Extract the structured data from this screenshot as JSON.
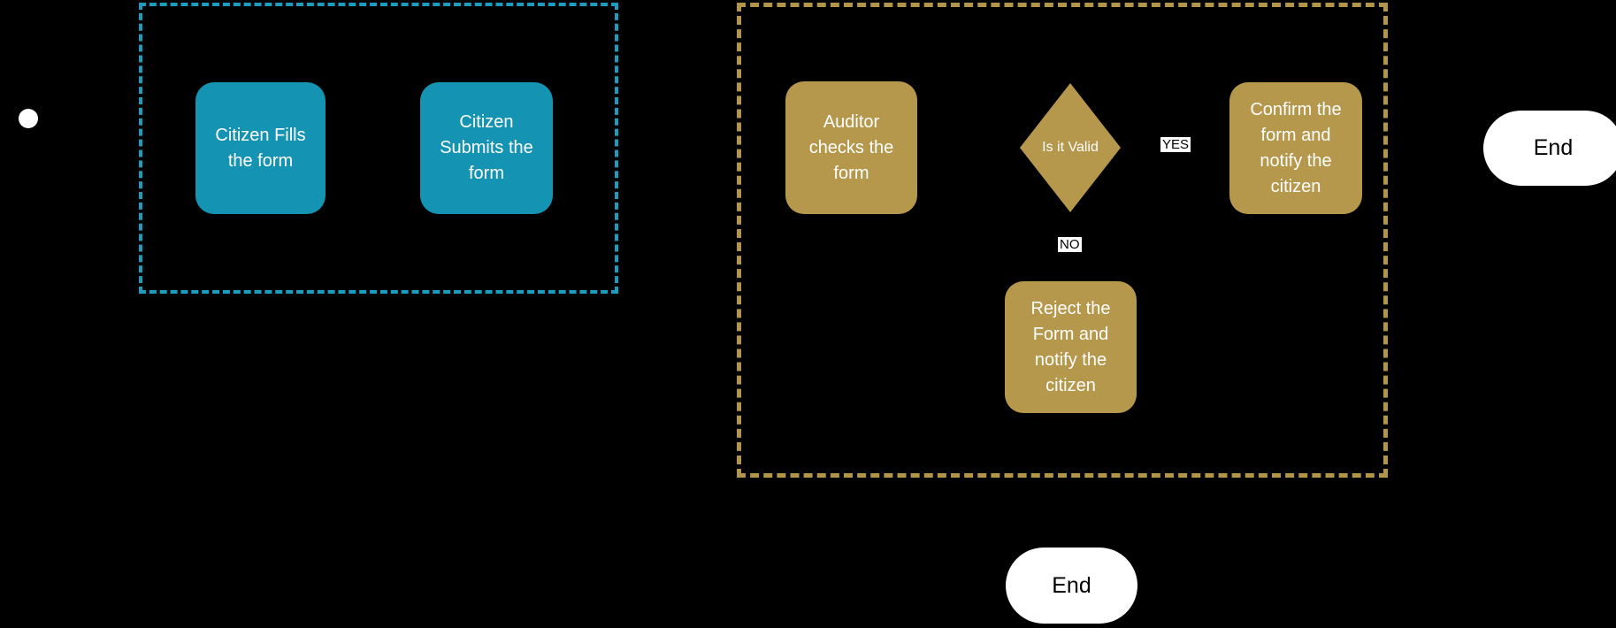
{
  "colors": {
    "background": "#000000",
    "citizen_node_fill": "#1593b3",
    "citizen_lane_border": "#1b9dbf",
    "auditor_node_fill": "#b6984c",
    "auditor_lane_border": "#b3954a",
    "node_text": "#ffffff",
    "end_node_fill": "#ffffff",
    "end_node_text": "#000000",
    "edge_label_bg": "#ffffff",
    "edge_label_text": "#000000",
    "start_dot_fill": "#ffffff"
  },
  "nodes": {
    "start": {
      "type": "start-event"
    },
    "citizen_fills": {
      "label": "Citizen Fills the form",
      "type": "process"
    },
    "citizen_submits": {
      "label": "Citizen Submits the form",
      "type": "process"
    },
    "auditor_checks": {
      "label": "Auditor checks the form",
      "type": "process"
    },
    "is_it_valid": {
      "label": "Is it Valid",
      "type": "decision"
    },
    "confirm": {
      "label": "Confirm the form and notify the citizen",
      "type": "process"
    },
    "reject": {
      "label": "Reject the Form and notify the citizen",
      "type": "process"
    },
    "end_right": {
      "label": "End",
      "type": "end-event"
    },
    "end_bottom": {
      "label": "End",
      "type": "end-event"
    }
  },
  "edge_labels": {
    "yes": "YES",
    "no": "NO"
  }
}
